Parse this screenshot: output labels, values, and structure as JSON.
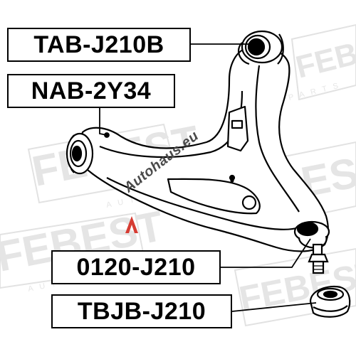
{
  "parts": [
    {
      "code": "TAB-J210B"
    },
    {
      "code": "NAB-2Y34"
    },
    {
      "code": "0120-J210"
    },
    {
      "code": "TBJB-J210"
    }
  ],
  "watermark": {
    "text": "Autohaus.eu"
  },
  "brand_background": {
    "text": "FEBEST",
    "sub": "AUTO PARTS"
  },
  "colors": {
    "ink": "#000000",
    "background": "#ffffff",
    "bg_logo": "#e2e2e2",
    "watermark_red": "#d63c33"
  }
}
